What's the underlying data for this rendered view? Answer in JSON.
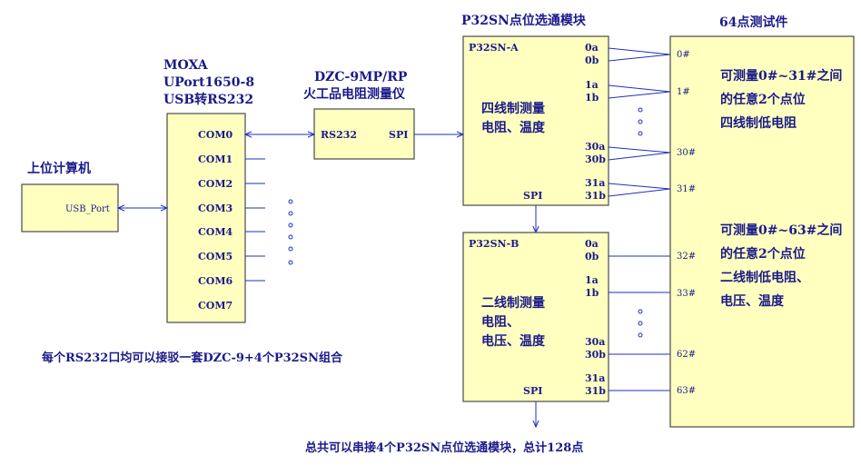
{
  "pc": {
    "title": "上位计算机",
    "port": "USB_Port"
  },
  "moxa": {
    "title_lines": [
      "MOXA",
      "UPort1650-8",
      "USB转RS232"
    ],
    "ports": [
      "COM0",
      "COM1",
      "COM2",
      "COM3",
      "COM4",
      "COM5",
      "COM6",
      "COM7"
    ]
  },
  "meter": {
    "title_lines": [
      "DZC-9MP/RP",
      "火工品电阻测量仪"
    ],
    "left_port": "RS232",
    "right_port": "SPI"
  },
  "module_group_title": "P32SN点位选通模块",
  "module_a": {
    "name": "P32SN-A",
    "labels": [
      "0a",
      "0b",
      "1a",
      "1b",
      "30a",
      "30b",
      "31a",
      "31b"
    ],
    "desc_lines": [
      "四线制测量",
      "电阻、温度"
    ],
    "spi": "SPI"
  },
  "module_b": {
    "name": "P32SN-B",
    "labels": [
      "0a",
      "0b",
      "1a",
      "1b",
      "30a",
      "30b",
      "31a",
      "31b"
    ],
    "desc_lines": [
      "二线制测量",
      "电阻、",
      "电压、温度"
    ],
    "spi": "SPI"
  },
  "device": {
    "title": "64点测试件",
    "points": [
      "0#",
      "1#",
      "30#",
      "31#",
      "32#",
      "33#",
      "62#",
      "63#"
    ],
    "desc_a": [
      "可测量0#~31#之间",
      "的任意2个点位",
      "四线制低电阻"
    ],
    "desc_b": [
      "可测量0#~63#之间",
      "的任意2个点位",
      "二线制低电阻、",
      "电压、温度"
    ]
  },
  "notes": {
    "rs232": "每个RS232口均可以接驳一套DZC-9+4个P32SN组合",
    "total": "总共可以串接4个P32SN点位选通模块，总计128点"
  }
}
